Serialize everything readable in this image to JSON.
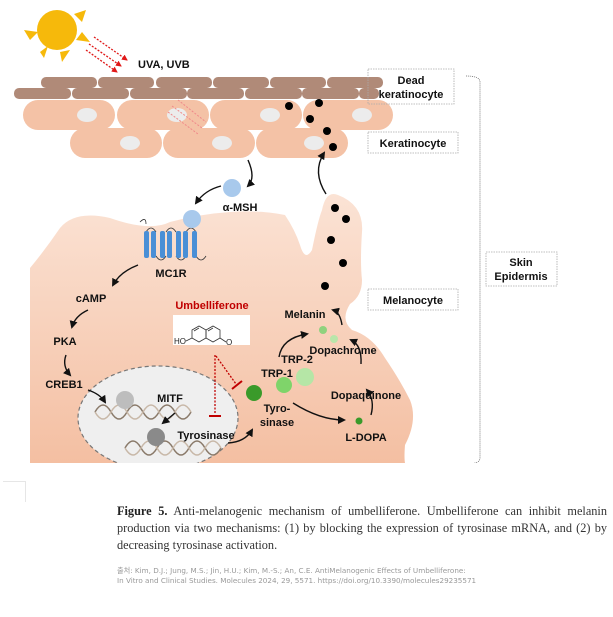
{
  "figure": {
    "uv_label": "UVA, UVB",
    "boxes": {
      "dead_keratinocyte": [
        "Dead",
        "keratinocyte"
      ],
      "keratinocyte": "Keratinocyte",
      "melanocyte": "Melanocyte",
      "skin_epidermis": [
        "Skin",
        "Epidermis"
      ]
    },
    "signaling": {
      "alpha_msh": "α-MSH",
      "mc1r": "MC1R",
      "camp": "cAMP",
      "pka": "PKA",
      "creb1": "CREB1",
      "mitf": "MITF",
      "tyrosinase_gene": "Tyrosinase"
    },
    "inhibitor": {
      "name": "Umbelliferone",
      "ho_label": "HO",
      "o_label": "O",
      "color": "#c00000"
    },
    "enzymes": {
      "tyrosinase": [
        "Tyro-",
        "sinase"
      ],
      "trp1": "TRP-1",
      "trp2": "TRP-2"
    },
    "pathway": {
      "ldopa": "L-DOPA",
      "dopaquinone": "Dopaquinone",
      "dopachrome": "Dopachrome",
      "melanin": "Melanin"
    },
    "colors": {
      "sun": "#f6b90b",
      "dead_cell": "#b08a78",
      "keratinocyte": "#f4c2a6",
      "melanocyte": "#f6c6aa",
      "nucleus": "#efefef",
      "receptor": "#4a8fd6",
      "msh": "#a8c9ec",
      "uv_arrow": "#e01818",
      "tyrosinase_dot": "#3a9a2a",
      "trp1_dot": "#7fd46a",
      "trp2_dot": "#b5e6a6"
    }
  },
  "caption": {
    "label": "Figure 5.",
    "text": " Anti-melanogenic mechanism of umbelliferone. Umbelliferone can inhibit melanin production via two mechanisms: (1) by blocking the expression of tyrosinase mRNA, and (2) by decreasing tyrosinase activation."
  },
  "source": {
    "line1": "출처: Kim, D.J.; Jung, M.S.; Jin, H.U.; Kim, M.-S.; An, C.E. AntiMelanogenic Effects of Umbelliferone:",
    "line2": "In Vitro and Clinical Studies. Molecules 2024, 29, 5571. https://doi.org/10.3390/molecules29235571"
  }
}
